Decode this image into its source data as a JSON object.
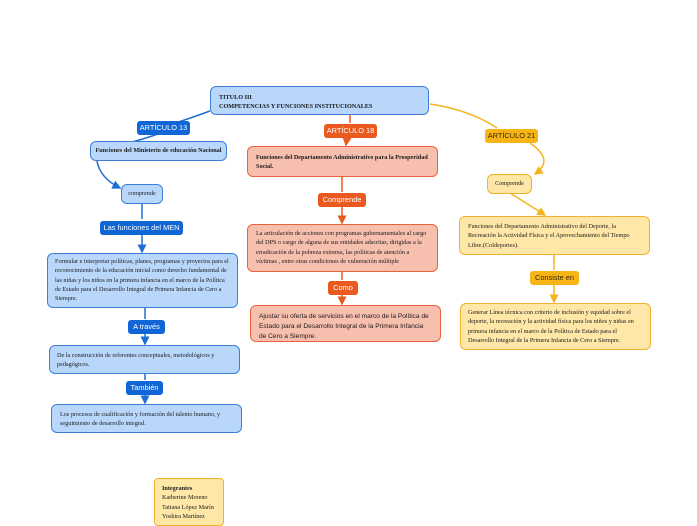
{
  "root": {
    "line1": "TITULO III",
    "line2": "COMPETENCIAS  Y FUNCIONES INSTITUCIONALES"
  },
  "left": {
    "label_articulo": "ARTÍCULO 13",
    "ministerio": "Funciones del Ministerio de educación Nacional",
    "comprende": "comprende",
    "label_funciones": "Las funciones del MEN",
    "formular": "Formular e interpretar políticas, planes, programas y proyectos para el reconocimiento de la educación inicial como derecho fundamental de las niñas y los niños en la primera infancia en el marco de la Política de Estado para el Desarrollo Integral de Primera Infancia de Cero a Siempre.",
    "label_atraves": "A través",
    "construccion": "De la construcción de referentes conceptuales, metodológicos y pedagógicos.",
    "label_tambien": "También",
    "procesos": "Los procesos de cualificación y formación del talento humano, y seguimiento de desarrollo integral."
  },
  "middle": {
    "label_articulo": "ARTÍCULO 18",
    "dps": "Funciones del Departamento Administrativo para la Prosperidad Social.",
    "label_comprende": "Comprende",
    "articulacion": "La articulación de acciones con programas gubernamentales al cargo del DPS o cargo de alguna de sus entidades adscritas, dirigidas a la erradicación de la pobreza extrema, las políticas de atención a víctimas , entre otras condiciones de vulneración múltiple",
    "label_como": "Como",
    "ajustar": "Ajustar su oferta de servicios en el marco de la Política de Estado para el Desarrollo Integral de la Primera Infancia de Cero a Siempre."
  },
  "right": {
    "label_articulo": "ARTÍCULO 21",
    "comprende": "Comprende",
    "coldeportes": "Funciones del Departamento Administrativo del Deporte, la Recreación la Actividad Física y el Aprovechamiento del Tiempo Libre.(Coldeportes).",
    "label_consiste": "Consiste en",
    "generar": "Generar Línea técnica con criterio de inclusión y equidad sobre el deporte, la recreación y la actividad física para los niños y niñas en primera infancia en el marco de la Política de Estado para el Desarrollo Integral de la Primera Infancia de Cero a Siempre."
  },
  "integrantes": {
    "title": "Integrantes",
    "members": [
      "Katherine  Moreno",
      "Tatiana López Marín",
      "Yoshira Martínez"
    ]
  },
  "colors": {
    "blue_line": "#1f6fd6",
    "orange_line": "#ea5a1f",
    "yellow_line": "#f3b41c"
  }
}
